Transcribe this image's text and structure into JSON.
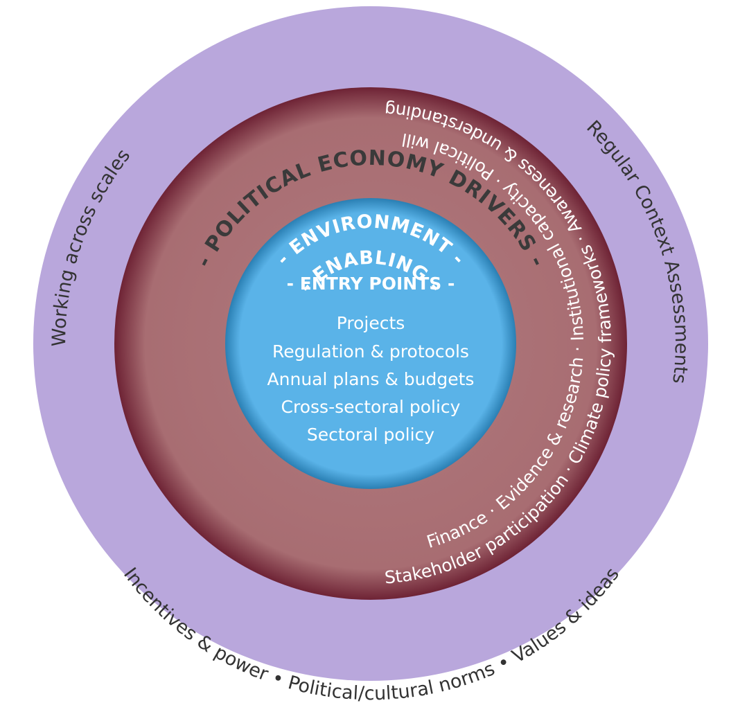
{
  "diagram": {
    "colors": {
      "outer_ring": "#b9a7dc",
      "middle_ring": "#a86d72",
      "middle_ring_edge": "#6e2335",
      "inner_circle": "#5ab3e8",
      "inner_circle_edge": "#2a7fb3"
    },
    "outer_ring": {
      "title": "- POLITICAL ECONOMY DRIVERS -",
      "left_text": "Working across scales",
      "right_text": "Regular Context Assessments",
      "bottom_items": [
        "Incentives & power",
        "Political/cultural norms",
        "Values & ideas"
      ]
    },
    "middle_ring": {
      "title_line1": "- ENABLING -",
      "title_line2": "- ENVIRONMENT -",
      "inner_track": [
        "Finance",
        "Evidence & research",
        "Institutional capacity",
        "Political will"
      ],
      "outer_track": [
        "Stakeholder participation",
        "Climate policy frameworks",
        "Awareness & understanding"
      ]
    },
    "inner_circle": {
      "title": "- ENTRY POINTS -",
      "items": [
        "Projects",
        "Regulation & protocols",
        "Annual plans & budgets",
        "Cross-sectoral policy",
        "Sectoral policy"
      ]
    }
  }
}
